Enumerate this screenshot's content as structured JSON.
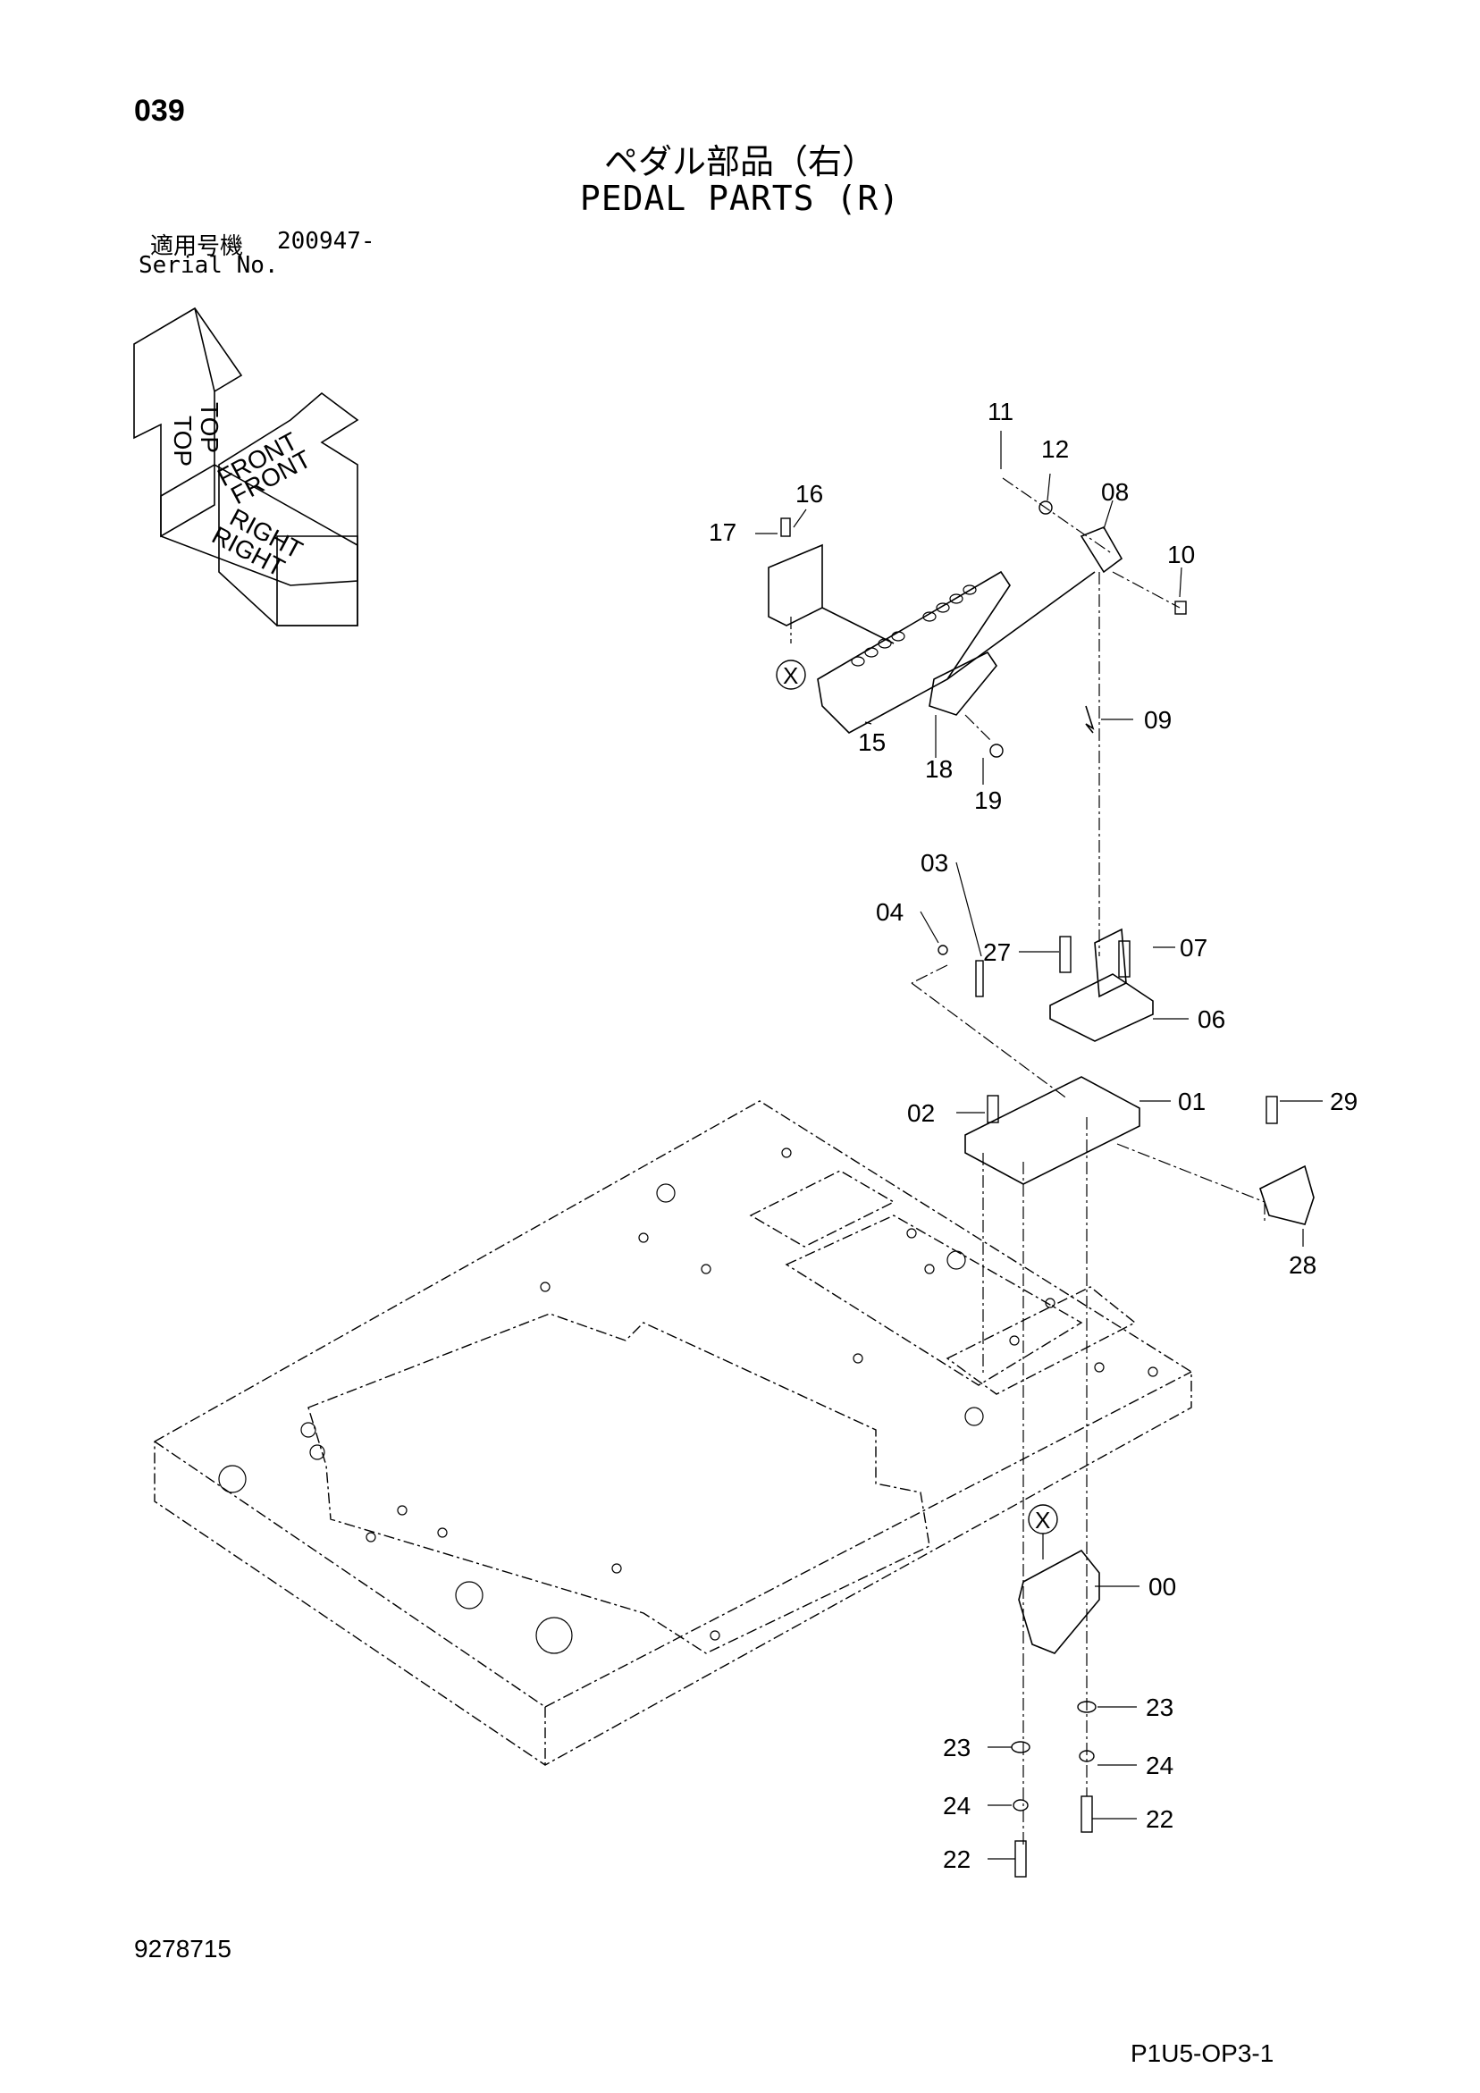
{
  "header": {
    "page_number": "039",
    "title_jp": "ペダル部品（右）",
    "title_en": "PEDAL PARTS (R)",
    "serial_label_jp": "適用号機",
    "serial_value": "200947-",
    "serial_label_en": "Serial No."
  },
  "orientation": {
    "top": "TOP",
    "front": "FRONT",
    "right": "RIGHT"
  },
  "callouts": {
    "c00": "00",
    "c01": "01",
    "c02": "02",
    "c03": "03",
    "c04": "04",
    "c06": "06",
    "c07": "07",
    "c08": "08",
    "c09": "09",
    "c10": "10",
    "c11": "11",
    "c12": "12",
    "c15": "15",
    "c16": "16",
    "c17": "17",
    "c18": "18",
    "c19": "19",
    "c22a": "22",
    "c22b": "22",
    "c23a": "23",
    "c23b": "23",
    "c24a": "24",
    "c24b": "24",
    "c27": "27",
    "c28": "28",
    "c29": "29"
  },
  "markers": {
    "x1": "X",
    "x2": "X"
  },
  "footer": {
    "doc_number": "9278715",
    "page_code": "P1U5-OP3-1"
  }
}
